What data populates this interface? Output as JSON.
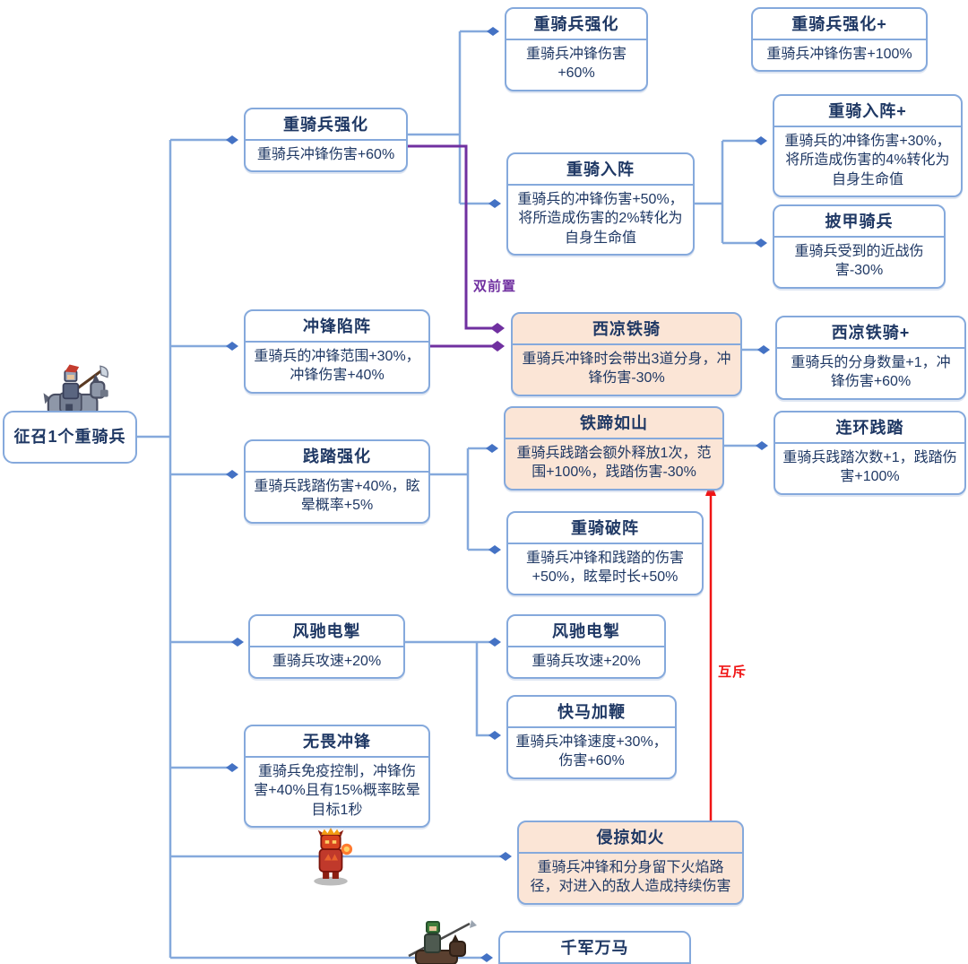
{
  "labels": {
    "dual_prerequisite": "双前置",
    "mutually_exclusive": "互斥"
  },
  "colors": {
    "line_blue": "#85A9DC",
    "arrow_blue": "#4472C4",
    "line_purple": "#7030A0",
    "line_red": "#F01414",
    "node_border": "#85A9DC",
    "node_text": "#1F3864",
    "highlight_fill": "#FBE5D6"
  },
  "icons": {
    "root_unit": "heavy-cavalry-unit-icon",
    "fire_unit": "fire-demon-unit-icon",
    "bottom_unit": "spear-cavalry-unit-icon"
  },
  "nodes": {
    "root": {
      "title": "征召1个重骑兵"
    },
    "enhance_mid": {
      "title": "重骑兵强化",
      "desc": "重骑兵冲锋伤害+60%"
    },
    "enhance_top": {
      "title": "重骑兵强化",
      "desc": "重骑兵冲锋伤害+60%"
    },
    "enhance_plus": {
      "title": "重骑兵强化+",
      "desc": "重骑兵冲锋伤害+100%"
    },
    "heavy_formation": {
      "title": "重骑入阵",
      "desc": "重骑兵的冲锋伤害+50%，将所造成伤害的2%转化为自身生命值"
    },
    "heavy_formation_plus": {
      "title": "重骑入阵+",
      "desc": "重骑兵的冲锋伤害+30%，将所造成伤害的4%转化为自身生命值"
    },
    "armored_cavalry": {
      "title": "披甲骑兵",
      "desc": "重骑兵受到的近战伤害-30%"
    },
    "charge_formation": {
      "title": "冲锋陷阵",
      "desc": "重骑兵的冲锋范围+30%，冲锋伤害+40%"
    },
    "xiliang": {
      "title": "西凉铁骑",
      "desc": "重骑兵冲锋时会带出3道分身，冲锋伤害-30%"
    },
    "xiliang_plus": {
      "title": "西凉铁骑+",
      "desc": "重骑兵的分身数量+1，冲锋伤害+60%"
    },
    "trample_enhance": {
      "title": "践踏强化",
      "desc": "重骑兵践踏伤害+40%，眩晕概率+5%"
    },
    "iron_hooves": {
      "title": "铁蹄如山",
      "desc": "重骑兵践踏会额外释放1次，范围+100%，践踏伤害-30%"
    },
    "chain_trample": {
      "title": "连环践踏",
      "desc": "重骑兵践踏次数+1，践踏伤害+100%"
    },
    "heavy_breaker": {
      "title": "重骑破阵",
      "desc": "重骑兵冲锋和践踏的伤害+50%，眩晕时长+50%"
    },
    "swift_1": {
      "title": "风驰电掣",
      "desc": "重骑兵攻速+20%"
    },
    "swift_2": {
      "title": "风驰电掣",
      "desc": "重骑兵攻速+20%"
    },
    "spur_horse": {
      "title": "快马加鞭",
      "desc": "重骑兵冲锋速度+30%，伤害+60%"
    },
    "fearless_charge": {
      "title": "无畏冲锋",
      "desc": "重骑兵免疫控制，冲锋伤害+40%且有15%概率眩晕目标1秒"
    },
    "raging_fire": {
      "title": "侵掠如火",
      "desc": "重骑兵冲锋和分身留下火焰路径，对进入的敌人造成持续伤害"
    },
    "thousand_horses": {
      "title": "千军万马"
    }
  }
}
